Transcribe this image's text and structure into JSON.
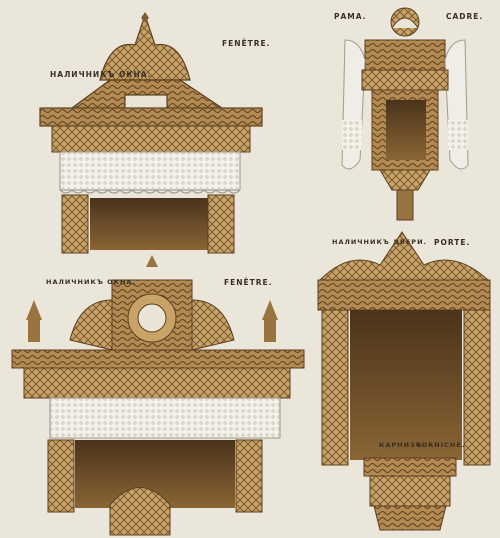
{
  "captions": {
    "window_top_ru": "НАЛИЧНИКЪ ОКНА.",
    "window_top_fr": "FENÊTRE.",
    "frame_ru": "РАМА.",
    "frame_fr": "CADRE.",
    "window_bottom_ru": "НАЛИЧНИКЪ ОКНА.",
    "window_bottom_fr": "FENÊTRE.",
    "door_ru": "НАЛИЧНИКЪ ДВЕРИ.",
    "door_fr": "PORTE.",
    "cornice_ru": "КАРНИЗЪ.",
    "cornice_fr": "CORNICHE."
  },
  "colors": {
    "paper": "#ebe6da",
    "wood_light": "#c9a268",
    "wood_mid": "#9a7440",
    "wood_dark": "#5b4021",
    "lace": "#f4f1ea"
  }
}
